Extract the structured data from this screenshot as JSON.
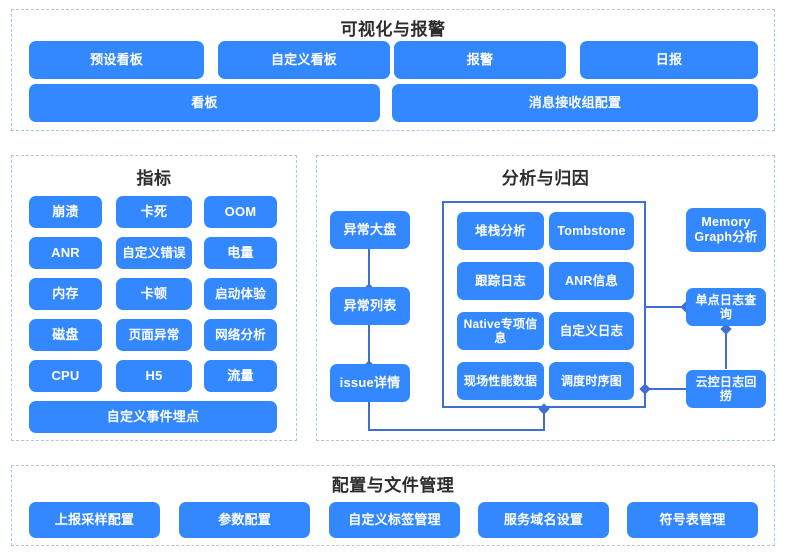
{
  "sections": [
    {
      "id": "visualization",
      "title": "可视化与报警",
      "rows": [
        [
          "预设看板",
          "自定义看板",
          "报警",
          "日报"
        ],
        [
          "看板",
          "消息接收组配置"
        ]
      ]
    },
    {
      "id": "metrics",
      "title": "指标",
      "rows": [
        [
          "崩溃",
          "卡死",
          "OOM"
        ],
        [
          "ANR",
          "自定义错误",
          "电量"
        ],
        [
          "内存",
          "卡顿",
          "启动体验"
        ],
        [
          "磁盘",
          "页面异常",
          "网络分析"
        ],
        [
          "CPU",
          "H5",
          "流量"
        ],
        [
          "自定义事件埋点"
        ]
      ]
    },
    {
      "id": "analysis",
      "title": "分析与归因",
      "flow_chain": [
        "异常大盘",
        "异常列表",
        "issue详情"
      ],
      "detail_group": [
        [
          "堆栈分析",
          "Tombstone"
        ],
        [
          "跟踪日志",
          "ANR信息"
        ],
        [
          "Native专项信息",
          "自定义日志"
        ],
        [
          "现场性能数据",
          "调度时序图"
        ]
      ],
      "right_column": [
        "Memory Graph分析",
        "单点日志查询",
        "云控日志回捞"
      ]
    },
    {
      "id": "configuration",
      "title": "配置与文件管理",
      "rows": [
        [
          "上报采样配置",
          "参数配置",
          "自定义标签管理",
          "服务域名设置",
          "符号表管理"
        ]
      ]
    }
  ],
  "colors": {
    "box_blue": "#3388ff",
    "connector_blue": "#3f6fd0",
    "panel_dash": "#a9c6ef",
    "title_text": "#2d2d2d",
    "box_text": "#ffffff"
  },
  "connections": [
    {
      "from": "异常大盘",
      "to": "异常列表",
      "marker": "diamond"
    },
    {
      "from": "异常列表",
      "to": "issue详情",
      "marker": "diamond"
    },
    {
      "from": "issue详情",
      "to": "detail-group",
      "marker": "diamond"
    },
    {
      "from": "detail-group",
      "to": "单点日志查询",
      "marker": "diamond"
    },
    {
      "from": "云控日志回捞",
      "to": "单点日志查询",
      "marker": "diamond"
    },
    {
      "from": "云控日志回捞",
      "to": "detail-group",
      "marker": "diamond"
    }
  ]
}
